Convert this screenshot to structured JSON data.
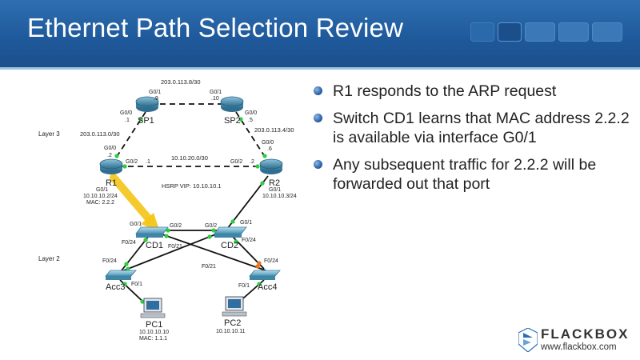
{
  "slide": {
    "title": "Ethernet Path Selection Review",
    "bullets": [
      "R1 responds to the ARP request",
      "Switch CD1 learns that MAC address 2.2.2 is available via interface G0/1",
      "Any subsequent traffic for 2.2.2 will be forwarded out that port"
    ]
  },
  "diagram": {
    "layers": {
      "layer3": "Layer 3",
      "layer2": "Layer 2"
    },
    "devices": {
      "sp1": "SP1",
      "sp2": "SP2",
      "r1": "R1",
      "r2": "R2",
      "cd1": "CD1",
      "cd2": "CD2",
      "acc3": "Acc3",
      "acc4": "Acc4",
      "pc1": "PC1",
      "pc2": "PC2"
    },
    "networks": {
      "sp1_sp2": "203.0.113.8/30",
      "sp1_r1": "203.0.113.0/30",
      "sp2_r2": "203.0.113.4/30",
      "r1_r2": "10.10.20.0/30",
      "hsrp": "HSRP VIP: 10.10.10.1"
    },
    "labels": {
      "sp1_g01": "G0/1",
      "sp1_g01_ip": ".9",
      "sp1_g00": "G0/0",
      "sp1_g00_ip": ".1",
      "sp2_g01": "G0/1",
      "sp2_g01_ip": ".10",
      "sp2_g00": "G0/0",
      "sp2_g00_ip": ".5",
      "r1_g00": "G0/0",
      "r1_g00_ip": ".2",
      "r1_g02": "G0/2",
      "r1_g02_ip": ".1",
      "r1_g01": "G0/1",
      "r1_ip": "10.10.10.2/24",
      "r1_mac": "MAC: 2.2.2",
      "r2_g00": "G0/0",
      "r2_g00_ip": ".6",
      "r2_g02": "G0/2",
      "r2_g02_ip": ".2",
      "r2_g01": "G0/1",
      "r2_ip": "10.10.10.3/24",
      "cd1_g01": "G0/1",
      "cd1_g02": "G0/2",
      "cd1_f024": "F0/24",
      "cd1_f021": "F0/21",
      "cd2_g02": "G0/2",
      "cd2_g01": "G0/1",
      "cd2_f024": "F0/24",
      "cd2_f021": "F0/21",
      "acc3_f024": "F0/24",
      "acc3_f01": "F0/1",
      "acc4_f024": "F0/24",
      "acc4_f01": "F0/1",
      "pc1_ip": "10.10.10.10",
      "pc1_mac": "MAC: 1.1.1",
      "pc2_ip": "10.10.10.11"
    }
  },
  "brand": {
    "name": "FLACKBOX",
    "url": "www.flackbox.com"
  },
  "colors": {
    "header": "#1f5a9c",
    "link_up": "#2ecc40",
    "link_down": "#e8731c",
    "arrow": "#f5c518",
    "router": "#3a7ea0",
    "switch": "#5ba4c4"
  }
}
